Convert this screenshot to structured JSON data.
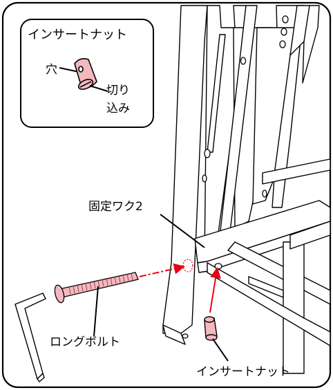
{
  "inset": {
    "title": "インサートナット",
    "hole_label": "穴",
    "slit_label_line1": "切り",
    "slit_label_line2": "込み"
  },
  "labels": {
    "frame": "固定ワク2",
    "bolt": "ロングボルト",
    "insert_nut": "インサートナット"
  },
  "colors": {
    "nut_fill": "#f4b8bf",
    "arrow": "#e60012",
    "outline": "#000000"
  }
}
